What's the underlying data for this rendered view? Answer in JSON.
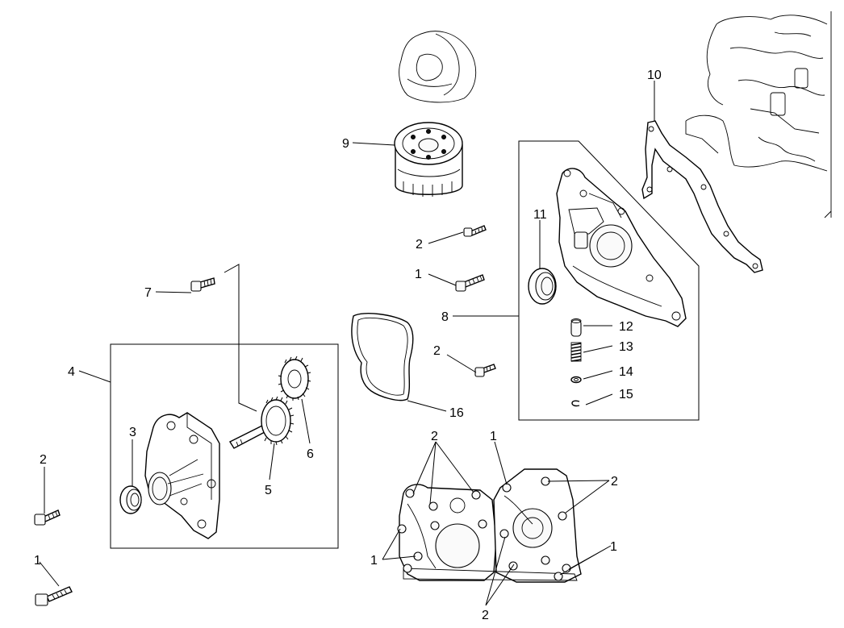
{
  "callouts": {
    "c1": "10",
    "c2": "9",
    "c3": "11",
    "c4": "2",
    "c5": "1",
    "c6": "8",
    "c7": "12",
    "c8": "13",
    "c9": "14",
    "c10": "15",
    "c11": "2",
    "c12": "16",
    "c13": "7",
    "c14": "4",
    "c15": "3",
    "c16": "6",
    "c17": "5",
    "c18": "2",
    "c19": "1",
    "c20": "2",
    "c21": "1",
    "c22": "2",
    "c23": "1",
    "c24": "1",
    "c25": "2"
  }
}
